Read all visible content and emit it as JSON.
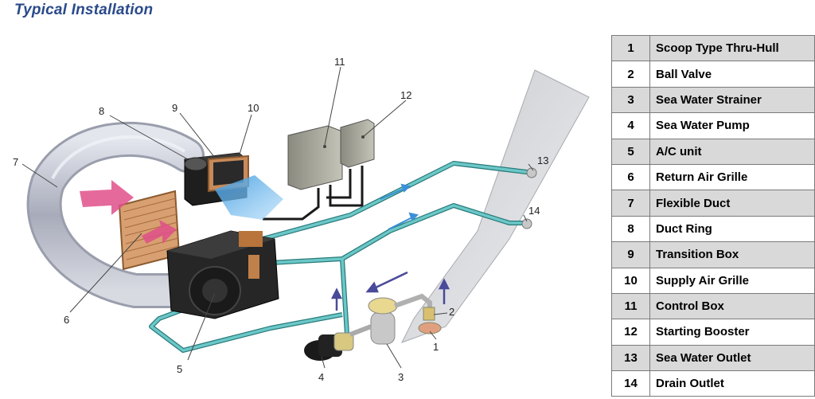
{
  "title": "Typical Installation",
  "legend": [
    {
      "num": "1",
      "label": "Scoop Type Thru-Hull"
    },
    {
      "num": "2",
      "label": "Ball Valve"
    },
    {
      "num": "3",
      "label": "Sea Water Strainer"
    },
    {
      "num": "4",
      "label": "Sea Water Pump"
    },
    {
      "num": "5",
      "label": "A/C unit"
    },
    {
      "num": "6",
      "label": "Return Air Grille"
    },
    {
      "num": "7",
      "label": "Flexible Duct"
    },
    {
      "num": "8",
      "label": "Duct Ring"
    },
    {
      "num": "9",
      "label": "Transition Box"
    },
    {
      "num": "10",
      "label": "Supply Air Grille"
    },
    {
      "num": "11",
      "label": "Control Box"
    },
    {
      "num": "12",
      "label": "Starting Booster"
    },
    {
      "num": "13",
      "label": "Sea Water Outlet"
    },
    {
      "num": "14",
      "label": "Drain Outlet"
    }
  ],
  "callouts": [
    "1",
    "2",
    "3",
    "4",
    "5",
    "6",
    "7",
    "8",
    "9",
    "10",
    "11",
    "12",
    "13",
    "14"
  ],
  "colors": {
    "title": "#2a4a8a",
    "water_pipe": "#5fb8b8",
    "air_arrow_pink": "#e0508a",
    "air_arrow_blue": "#5ab0e8",
    "flow_arrow": "#4a4a9a",
    "duct": "#b8bcc8",
    "hull": "#d4d6da",
    "unit": "#2a2a2a",
    "grille": "#b8774a"
  }
}
